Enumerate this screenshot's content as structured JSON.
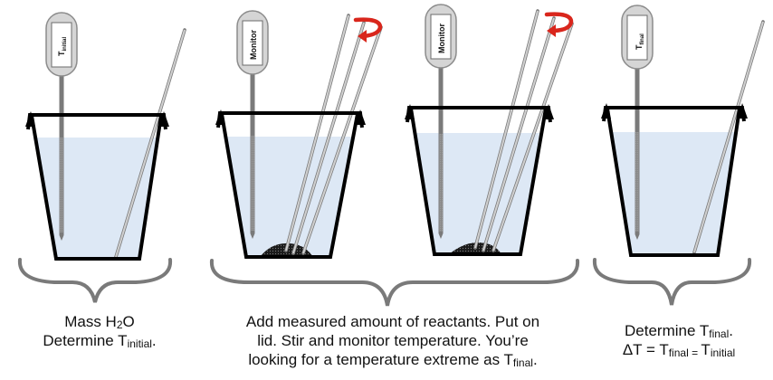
{
  "diagram": {
    "title": "Calorimetry procedure steps",
    "colors": {
      "water": "#dde8f5",
      "cup_outline": "#000000",
      "thermometer_body": "#d3d3d3",
      "thermometer_stem": "#7a7a7a",
      "stir_rod": "#c8c8c8",
      "brace": "#7a7a7a",
      "rotation_arrow": "#d9261c",
      "reactant": "#222222"
    },
    "cups": [
      {
        "id": "cup-1",
        "thermometer_label": {
          "main": "T",
          "sub": "initial"
        },
        "has_reactant": false,
        "stir_rods": 1,
        "rotation_arrow": false
      },
      {
        "id": "cup-2",
        "thermometer_label": {
          "main": "Monitor",
          "sub": ""
        },
        "has_reactant": true,
        "stir_rods": 3,
        "rotation_arrow": true
      },
      {
        "id": "cup-3",
        "thermometer_label": {
          "main": "Monitor",
          "sub": ""
        },
        "has_reactant": true,
        "stir_rods": 3,
        "rotation_arrow": true
      },
      {
        "id": "cup-4",
        "thermometer_label": {
          "main": "T",
          "sub": "final"
        },
        "has_reactant": false,
        "stir_rods": 1,
        "rotation_arrow": false
      }
    ],
    "steps": [
      {
        "line1_pre": "Mass H",
        "line1_sub": "2",
        "line1_post": "O",
        "line2_pre": "Determine T",
        "line2_sub": "initial",
        "line2_post": "."
      },
      {
        "line1": "Add measured amount of reactants. Put on",
        "line2": "lid. Stir and monitor temperature. You’re",
        "line3_pre": "looking for a temperature extreme as T",
        "line3_sub": "final",
        "line3_post": "."
      },
      {
        "line1_pre": "Determine T",
        "line1_sub": "final",
        "line1_post": ".",
        "line2_a": "ΔT = T",
        "line2_sub1": "final",
        "line2_b": " = ",
        "line2_c": "T",
        "line2_sub2": "initial"
      }
    ]
  }
}
